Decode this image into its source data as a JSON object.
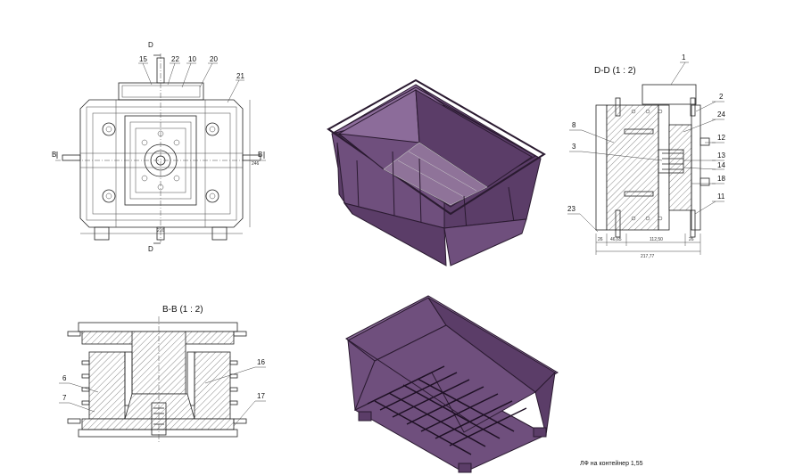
{
  "views": {
    "front_view": {
      "section_marks": [
        "D",
        "D",
        "B",
        "B"
      ],
      "callouts": [
        "15",
        "22",
        "10",
        "20",
        "21"
      ],
      "dims": [
        "216",
        "246"
      ]
    },
    "section_dd": {
      "title": "D-D  (1 : 2)",
      "callouts": [
        "1",
        "2",
        "24",
        "8",
        "12",
        "3",
        "13",
        "14",
        "18",
        "11",
        "23"
      ],
      "dims": [
        "26",
        "46,65",
        "112,50",
        "26",
        "217,77"
      ]
    },
    "section_bb": {
      "title": "B-B  (1 : 2)",
      "callouts": [
        "6",
        "16",
        "7",
        "17"
      ]
    }
  },
  "caption": "ЛФ на контейнер 1,55",
  "colors": {
    "part": "#6f4f7d",
    "line": "#222222"
  }
}
